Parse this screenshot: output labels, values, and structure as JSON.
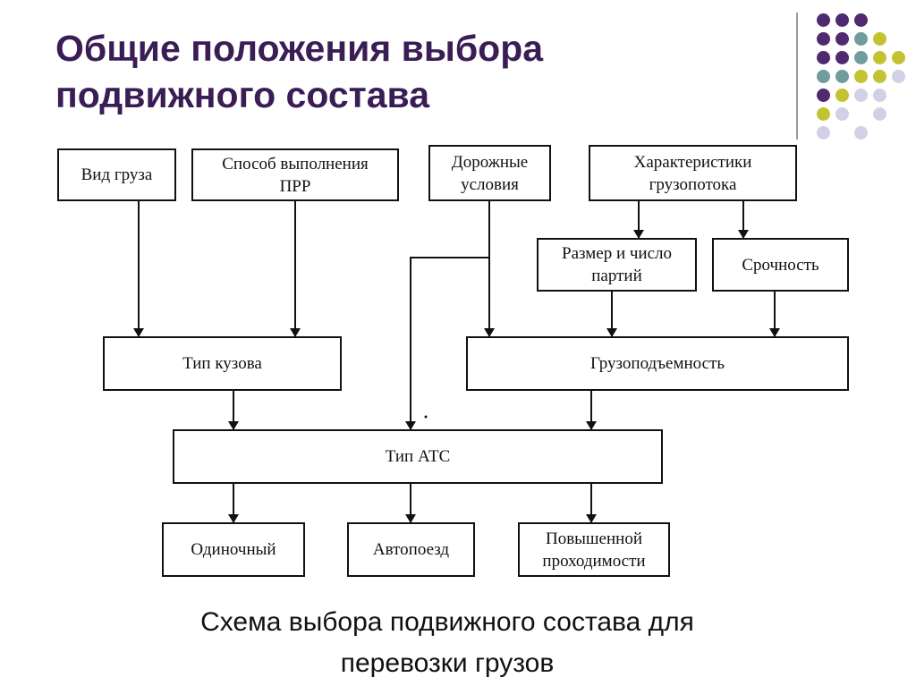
{
  "slide": {
    "title_line1": "Общие положения выбора",
    "title_line2": "подвижного состава",
    "caption_line1": "Схема выбора подвижного состава для",
    "caption_line2": "перевозки грузов"
  },
  "diagram": {
    "cargo_type": "Вид груза",
    "loading_method_l1": "Способ выполнения",
    "loading_method_l2": "ПРР",
    "road_conditions_l1": "Дорожные",
    "road_conditions_l2": "условия",
    "flow_characteristics_l1": "Характеристики",
    "flow_characteristics_l2": "грузопотока",
    "batch_size_l1": "Размер и число",
    "batch_size_l2": "партий",
    "urgency": "Срочность",
    "body_type": "Тип кузова",
    "load_capacity": "Грузоподъемность",
    "vehicle_type": "Тип АТС",
    "single": "Одиночный",
    "road_train": "Автопоезд",
    "high_mobility_l1": "Повышенной",
    "high_mobility_l2": "проходимости"
  },
  "colors": {
    "title": "#3b1d56",
    "dot_purple": "#4f2a6e",
    "dot_teal": "#6f9c9c",
    "dot_olive": "#c3c332",
    "dot_lavender": "#d3d0e6"
  }
}
